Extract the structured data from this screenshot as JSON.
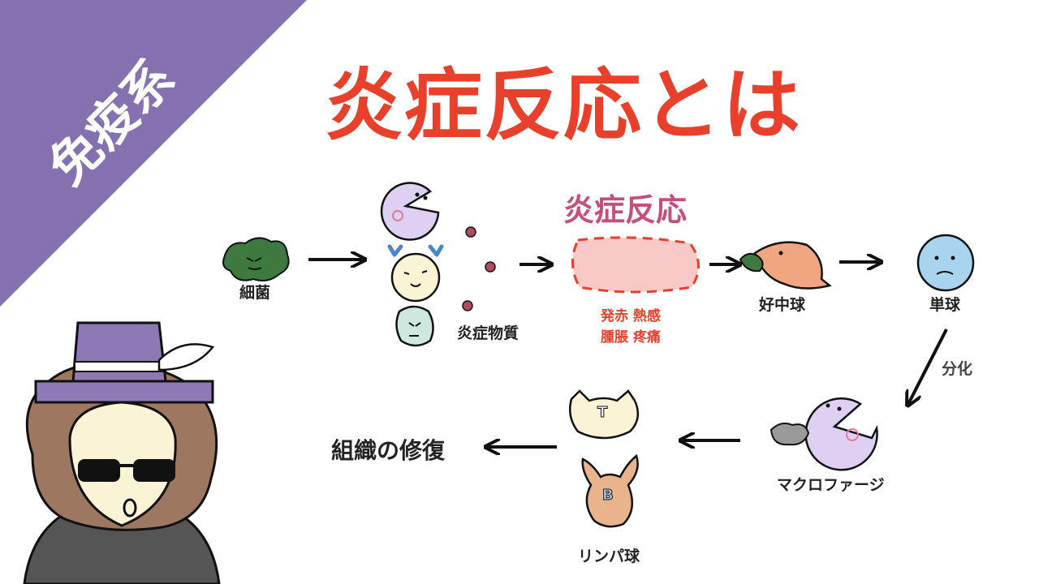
{
  "title": "炎症反応とは",
  "category_badge": "免疫系",
  "inflammation": {
    "label": "炎症反応",
    "symptoms": [
      "発赤 熱感",
      "腫脹 疼痛"
    ]
  },
  "nodes": {
    "bacteria": "細菌",
    "inflammatory_substances": "炎症物質",
    "neutrophil": "好中球",
    "monocyte": "単球",
    "macrophage": "マクロファージ",
    "lymphocyte": "リンパ球",
    "tissue_repair": "組織の修復"
  },
  "edge_labels": {
    "differentiation": "分化"
  },
  "cell_letters": {
    "t_cell": "T",
    "b_cell": "B"
  },
  "colors": {
    "title": "#e8402a",
    "badge": "#8570b0",
    "inflammation_label": "#c64f7a",
    "symptoms": "#e8402a",
    "inflamed_vessel": "#f8c9c6",
    "macrophage": "#ddd0f2",
    "monocyte": "#a9d4ef",
    "neutrophil": "#f0a680",
    "bacteria": "#3e7a40",
    "lymphocyte_b": "#e9b48b",
    "hat": "#8c79b6",
    "hair": "#9e7760"
  }
}
